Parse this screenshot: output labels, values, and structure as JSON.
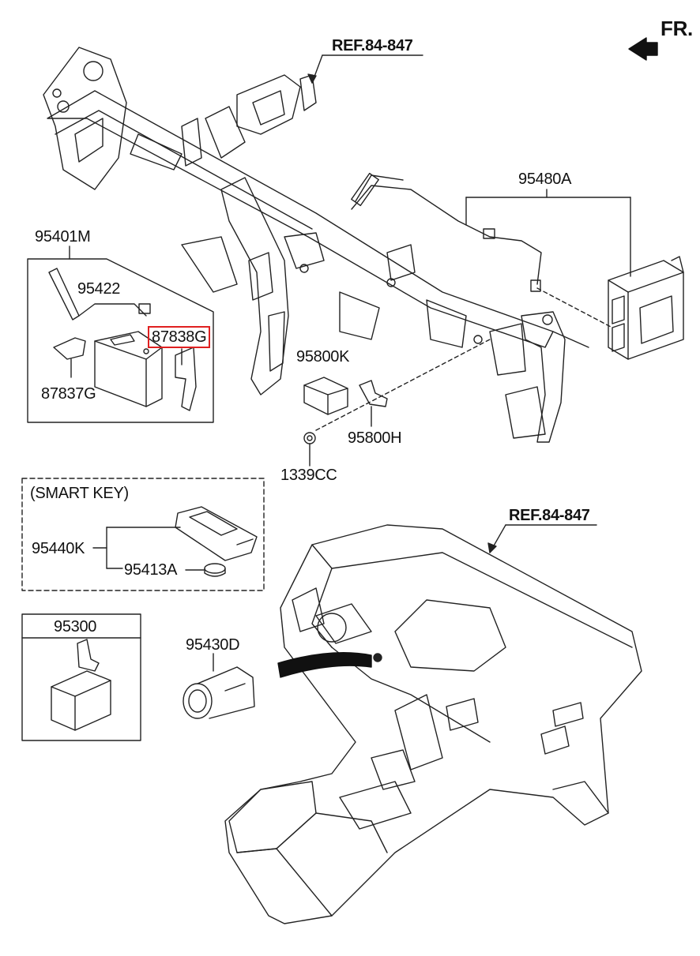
{
  "direction": {
    "label": "FR.",
    "icon": "arrow-icon"
  },
  "refs": {
    "top": "REF.84-847",
    "bottom": "REF.84-847"
  },
  "parts": {
    "p95480A": "95480A",
    "p95401M": "95401M",
    "p95422": "95422",
    "p87838G": "87838G",
    "p87837G": "87837G",
    "p95800K": "95800K",
    "p95800H": "95800H",
    "p1339CC": "1339CC",
    "p95440K": "95440K",
    "p95413A": "95413A",
    "p95300": "95300",
    "p95430D": "95430D"
  },
  "groups": {
    "smart_key": "(SMART KEY)"
  },
  "highlight": {
    "part": "87838G",
    "color": "#e02020"
  }
}
